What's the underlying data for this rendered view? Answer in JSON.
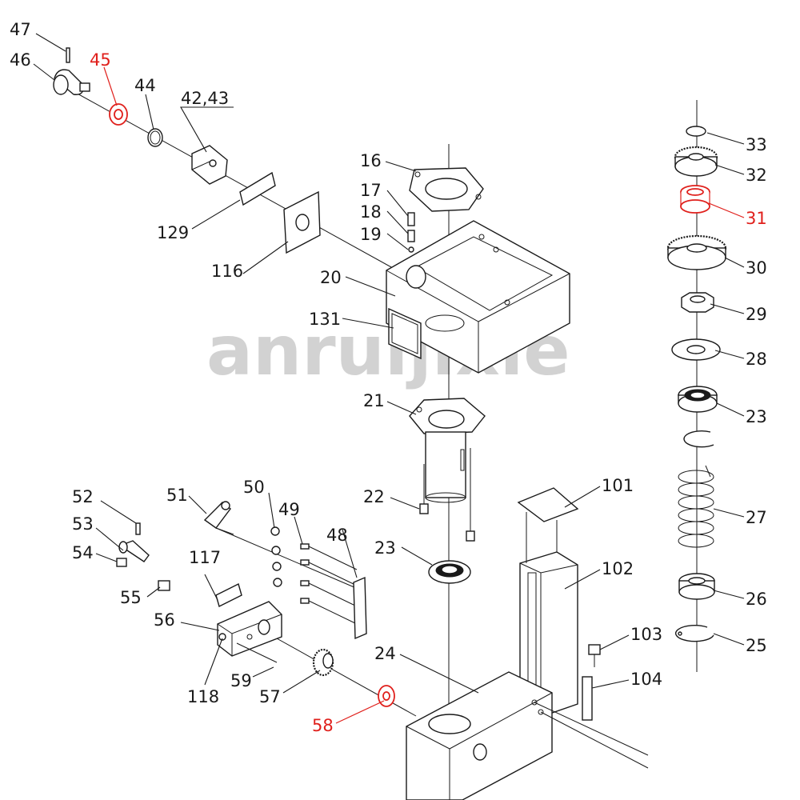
{
  "watermark": "anruijixie",
  "colors": {
    "ink": "#1a1a1a",
    "highlight": "#e0201c",
    "watermark": "#c4c4c4"
  },
  "callouts": [
    {
      "id": "47",
      "text": "47",
      "highlight": false
    },
    {
      "id": "46",
      "text": "46",
      "highlight": false
    },
    {
      "id": "45",
      "text": "45",
      "highlight": true
    },
    {
      "id": "44",
      "text": "44",
      "highlight": false
    },
    {
      "id": "42_43",
      "text": "42,43",
      "highlight": false
    },
    {
      "id": "129",
      "text": "129",
      "highlight": false
    },
    {
      "id": "116",
      "text": "116",
      "highlight": false
    },
    {
      "id": "16",
      "text": "16",
      "highlight": false
    },
    {
      "id": "17",
      "text": "17",
      "highlight": false
    },
    {
      "id": "18",
      "text": "18",
      "highlight": false
    },
    {
      "id": "19",
      "text": "19",
      "highlight": false
    },
    {
      "id": "20",
      "text": "20",
      "highlight": false
    },
    {
      "id": "131",
      "text": "131",
      "highlight": false
    },
    {
      "id": "21",
      "text": "21",
      "highlight": false
    },
    {
      "id": "22",
      "text": "22",
      "highlight": false
    },
    {
      "id": "23a",
      "text": "23",
      "highlight": false
    },
    {
      "id": "24",
      "text": "24",
      "highlight": false
    },
    {
      "id": "101",
      "text": "101",
      "highlight": false
    },
    {
      "id": "102",
      "text": "102",
      "highlight": false
    },
    {
      "id": "103",
      "text": "103",
      "highlight": false
    },
    {
      "id": "104",
      "text": "104",
      "highlight": false
    },
    {
      "id": "52",
      "text": "52",
      "highlight": false
    },
    {
      "id": "53",
      "text": "53",
      "highlight": false
    },
    {
      "id": "54",
      "text": "54",
      "highlight": false
    },
    {
      "id": "55",
      "text": "55",
      "highlight": false
    },
    {
      "id": "56",
      "text": "56",
      "highlight": false
    },
    {
      "id": "51",
      "text": "51",
      "highlight": false
    },
    {
      "id": "50",
      "text": "50",
      "highlight": false
    },
    {
      "id": "49",
      "text": "49",
      "highlight": false
    },
    {
      "id": "48",
      "text": "48",
      "highlight": false
    },
    {
      "id": "117",
      "text": "117",
      "highlight": false
    },
    {
      "id": "118",
      "text": "118",
      "highlight": false
    },
    {
      "id": "59",
      "text": "59",
      "highlight": false
    },
    {
      "id": "57",
      "text": "57",
      "highlight": false
    },
    {
      "id": "58",
      "text": "58",
      "highlight": true
    },
    {
      "id": "33",
      "text": "33",
      "highlight": false
    },
    {
      "id": "32",
      "text": "32",
      "highlight": false
    },
    {
      "id": "31",
      "text": "31",
      "highlight": true
    },
    {
      "id": "30",
      "text": "30",
      "highlight": false
    },
    {
      "id": "29",
      "text": "29",
      "highlight": false
    },
    {
      "id": "28",
      "text": "28",
      "highlight": false
    },
    {
      "id": "23b",
      "text": "23",
      "highlight": false
    },
    {
      "id": "27",
      "text": "27",
      "highlight": false
    },
    {
      "id": "26",
      "text": "26",
      "highlight": false
    },
    {
      "id": "25",
      "text": "25",
      "highlight": false
    }
  ]
}
